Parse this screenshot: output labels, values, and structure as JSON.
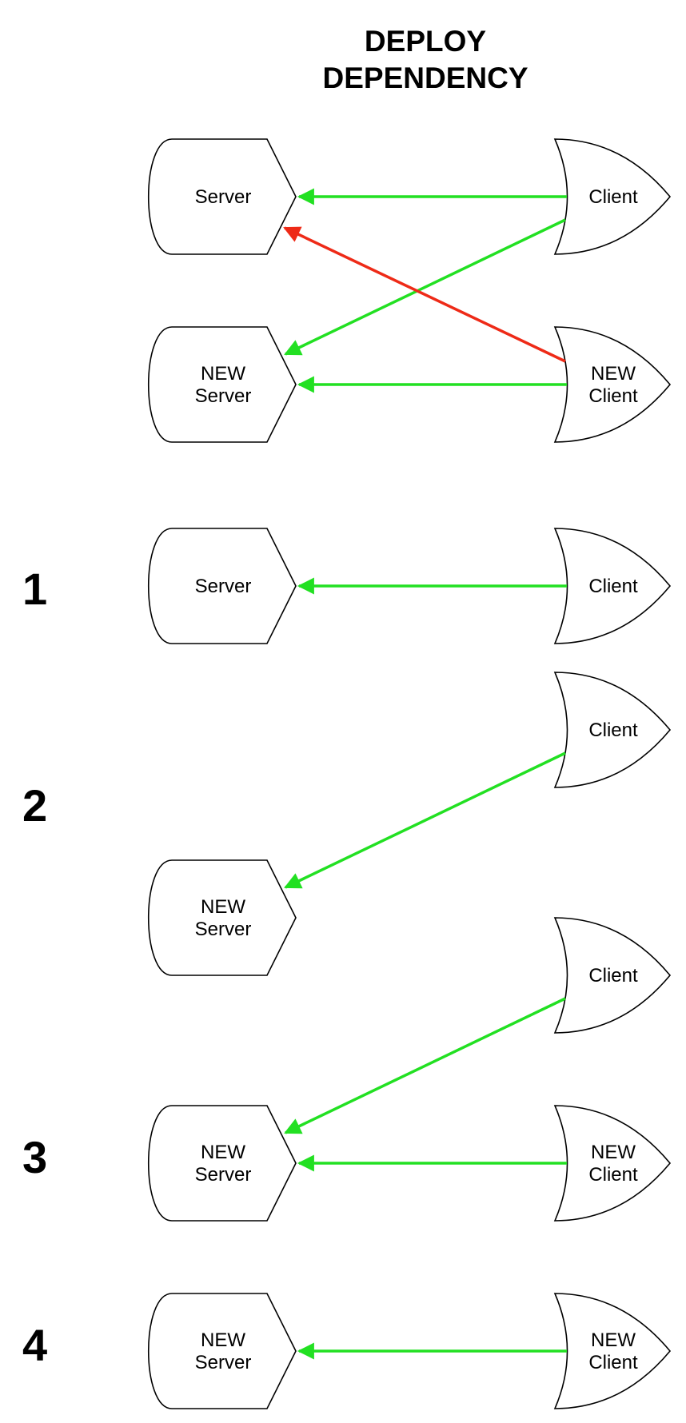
{
  "title": {
    "line1": "DEPLOY",
    "line2": "DEPENDENCY"
  },
  "colors": {
    "ok_arrow": "#22e022",
    "bad_arrow": "#ee2a17",
    "outline": "#000000"
  },
  "overview": {
    "server": [
      "Server"
    ],
    "client": [
      "Client"
    ],
    "new_server": [
      "NEW",
      "Server"
    ],
    "new_client": [
      "NEW",
      "Client"
    ]
  },
  "steps": [
    {
      "number": "1",
      "server": [
        "Server"
      ],
      "client": [
        "Client"
      ]
    },
    {
      "number": "2",
      "server": [
        "NEW",
        "Server"
      ],
      "client": [
        "Client"
      ]
    },
    {
      "number": "3",
      "server": [
        "NEW",
        "Server"
      ],
      "client_old": [
        "Client"
      ],
      "client_new": [
        "NEW",
        "Client"
      ]
    },
    {
      "number": "4",
      "server": [
        "NEW",
        "Server"
      ],
      "client": [
        "NEW",
        "Client"
      ]
    }
  ]
}
